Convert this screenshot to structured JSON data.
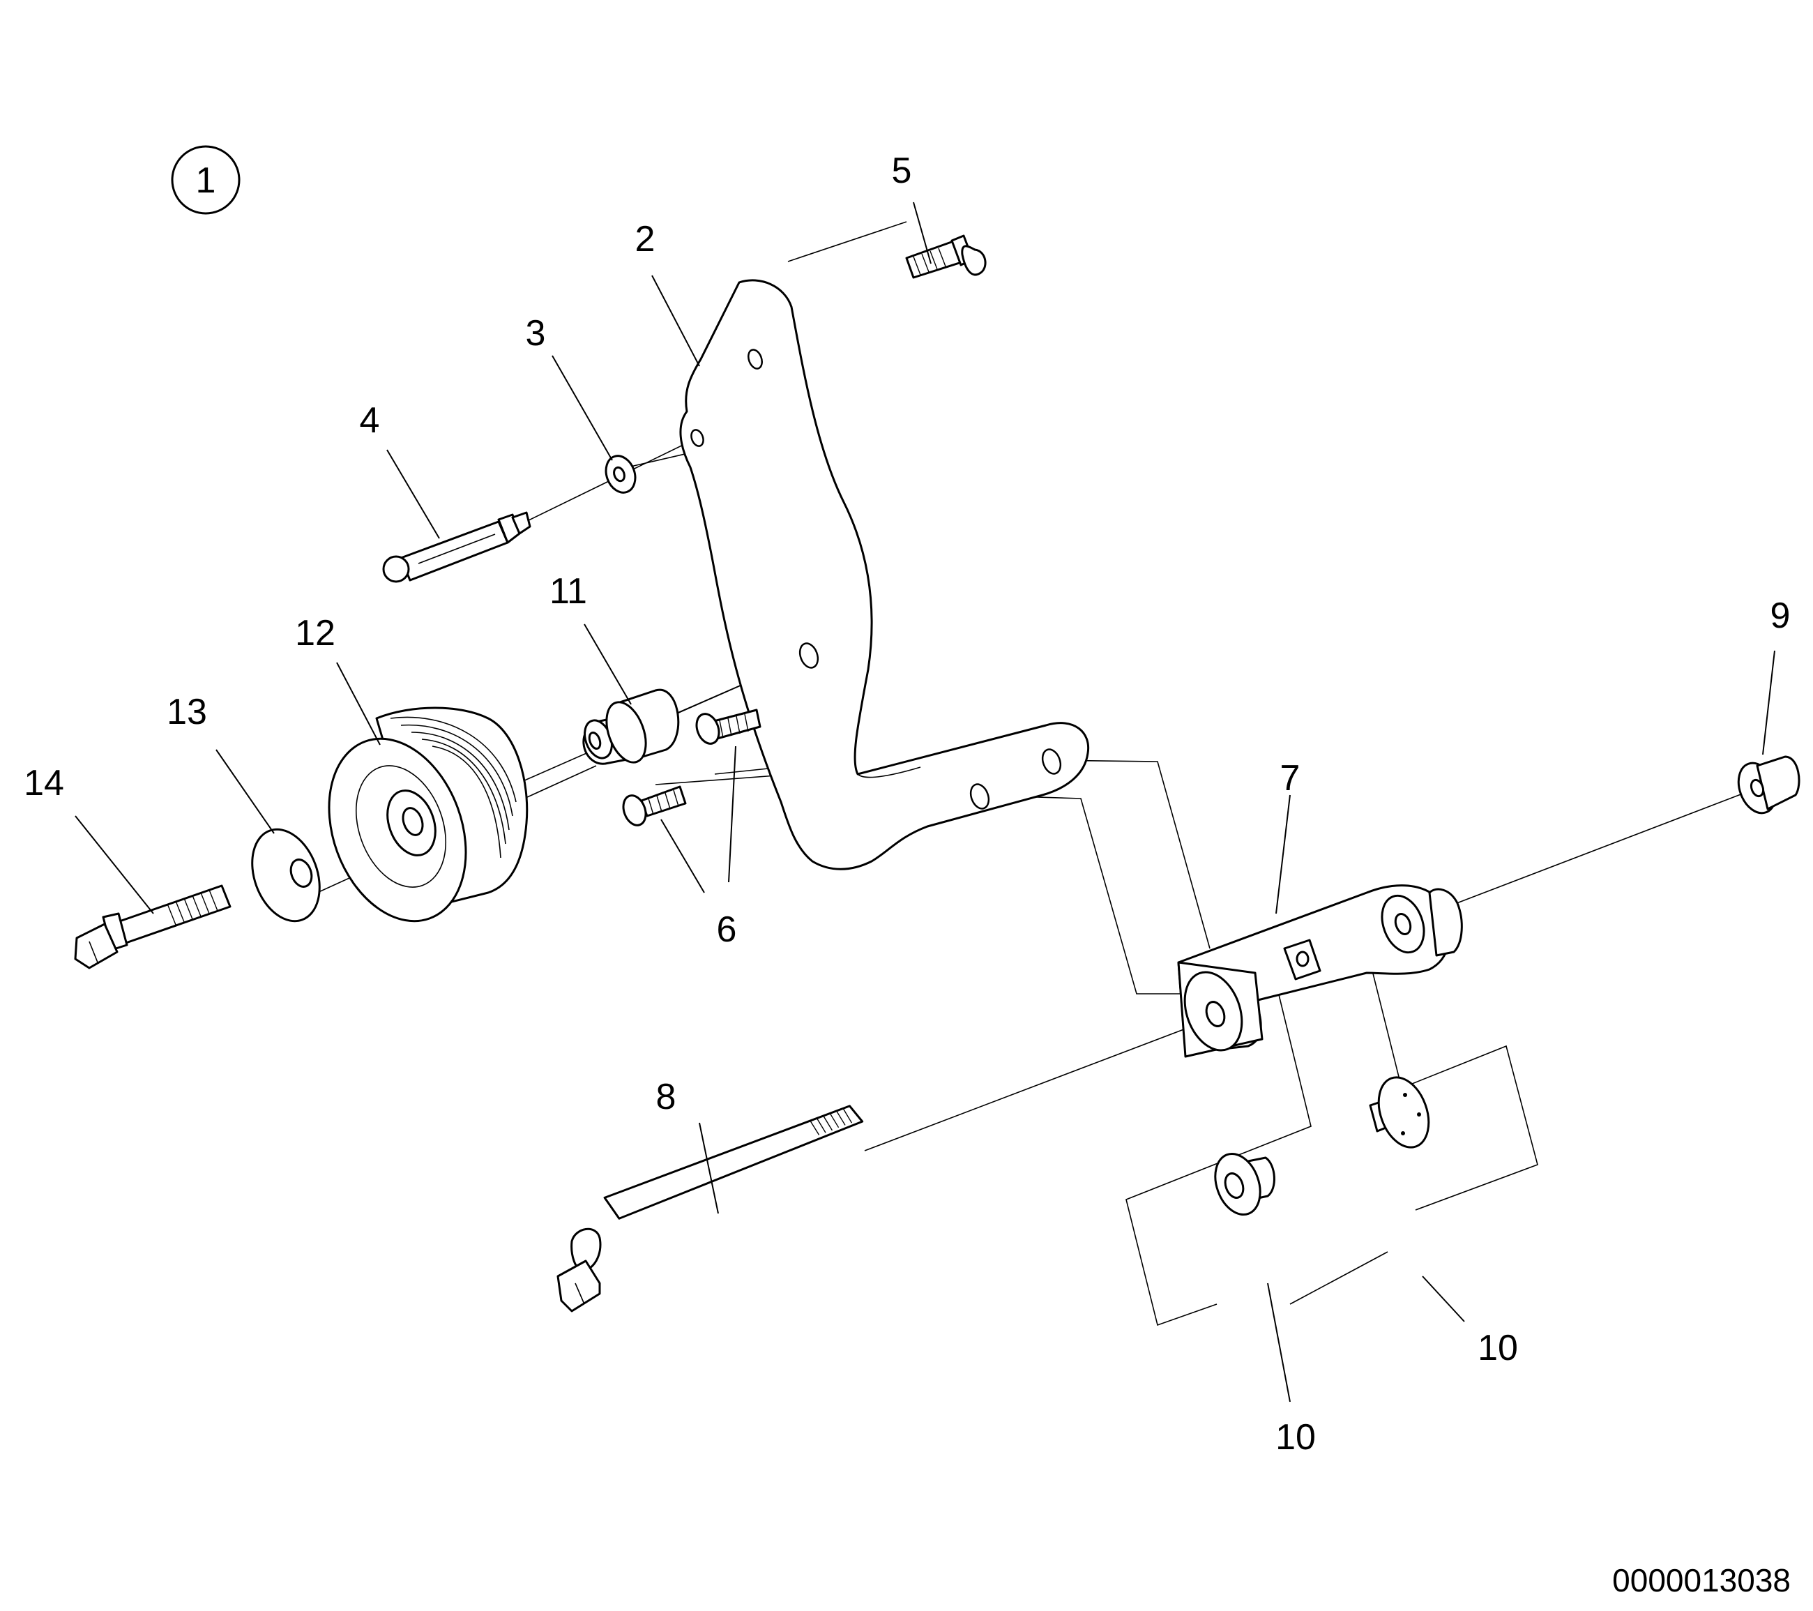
{
  "figure_marker": "1",
  "drawing_number": "0000013038",
  "callouts": {
    "c2": "2",
    "c3": "3",
    "c4": "4",
    "c5": "5",
    "c6": "6",
    "c7": "7",
    "c8": "8",
    "c9": "9",
    "c10a": "10",
    "c10b": "10",
    "c11": "11",
    "c12": "12",
    "c13": "13",
    "c14": "14"
  }
}
